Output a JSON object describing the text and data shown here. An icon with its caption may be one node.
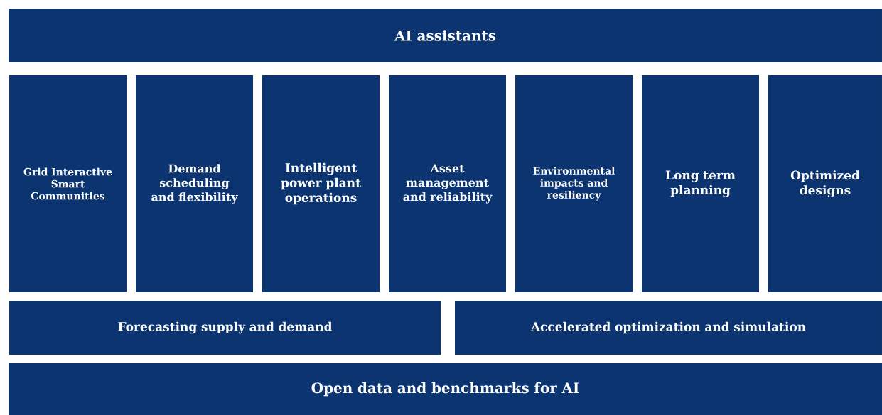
{
  "diagram": {
    "nodes": [
      {
        "text": [
          "AI assistants"
        ]
      },
      {
        "text": [
          "Grid Interactive Smart Communities"
        ]
      },
      {
        "text": [
          "Demand scheduling and flexibility"
        ]
      },
      {
        "text": [
          "Intelligent power plant operations"
        ]
      },
      {
        "text": [
          "Asset management and reliability"
        ]
      },
      {
        "text": [
          "Environmental impacts and resiliency"
        ]
      },
      {
        "text": [
          "Long term planning"
        ]
      },
      {
        "text": [
          "Optimized designs"
        ]
      },
      {
        "text": [
          "Forecasting supply and demand"
        ]
      },
      {
        "text": [
          "Accelerated optimization and simulation"
        ]
      },
      {
        "text": [
          "Open data and benchmarks for AI"
        ]
      }
    ]
  }
}
